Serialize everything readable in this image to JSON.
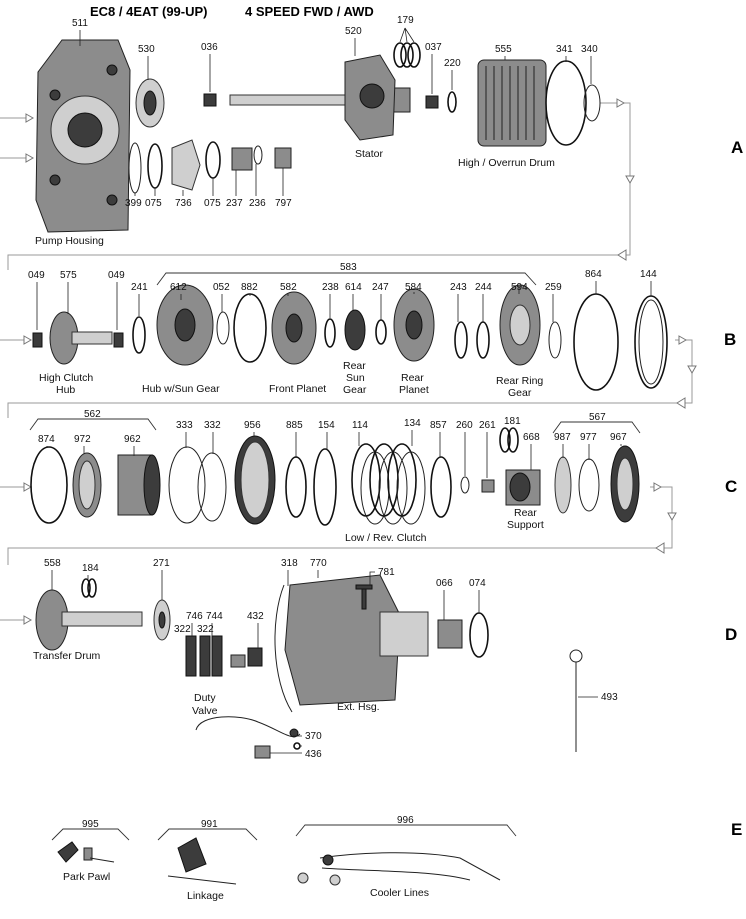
{
  "header": {
    "left": "EC8 / 4EAT  (99-UP)",
    "right": "4  SPEED FWD / AWD"
  },
  "sections": [
    "A",
    "B",
    "C",
    "D",
    "E"
  ],
  "section_a": {
    "parts": [
      "511",
      "530",
      "036",
      "520",
      "179",
      "037",
      "220",
      "555",
      "341",
      "340",
      "399",
      "075",
      "736",
      "075",
      "237",
      "236",
      "797"
    ],
    "captions": [
      "Pump Housing",
      "Stator",
      "High / Overrun Drum"
    ]
  },
  "section_b": {
    "group": "583",
    "parts": [
      "049",
      "575",
      "049",
      "241",
      "612",
      "052",
      "882",
      "582",
      "238",
      "614",
      "247",
      "584",
      "243",
      "244",
      "594",
      "259",
      "864",
      "144"
    ],
    "captions": [
      "High Clutch",
      "Hub",
      "Hub w/Sun  Gear",
      "Front Planet",
      "Rear",
      "Sun",
      "Gear",
      "Rear",
      "Planet",
      "Rear Ring",
      "Gear"
    ]
  },
  "section_c": {
    "groups": [
      "562",
      "567"
    ],
    "parts": [
      "874",
      "972",
      "962",
      "333",
      "332",
      "956",
      "885",
      "154",
      "114",
      "134",
      "857",
      "260",
      "261",
      "181",
      "668",
      "987",
      "977",
      "967"
    ],
    "captions": [
      "Low / Rev. Clutch",
      "Rear",
      "Support"
    ]
  },
  "section_d": {
    "parts": [
      "558",
      "184",
      "271",
      "746",
      "744",
      "322",
      "322",
      "432",
      "318",
      "770",
      "781",
      "066",
      "074",
      "370",
      "436",
      "493"
    ],
    "captions": [
      "Transfer Drum",
      "Duty",
      "Valve",
      "Ext. Hsg."
    ]
  },
  "section_e": {
    "parts": [
      "995",
      "991",
      "996"
    ],
    "captions": [
      "Park Pawl",
      "Linkage",
      "Cooler Lines"
    ]
  }
}
